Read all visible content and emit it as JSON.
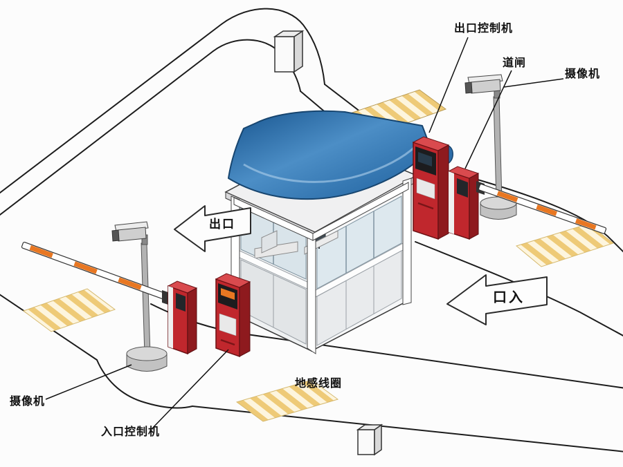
{
  "labels": {
    "exit_controller": "出口控制机",
    "barrier_gate": "道闸",
    "camera_right": "摄像机",
    "camera_left": "摄像机",
    "entrance_controller": "入口控制机",
    "ground_loop": "地感线圈",
    "exit_arrow": "出口",
    "entrance_arrow": "口入"
  },
  "colors": {
    "canopy_blue_dark": "#18558f",
    "canopy_blue_light": "#4c8ec6",
    "machine_red": "#c0272d",
    "machine_red_dark": "#8e1a1e",
    "arm_orange": "#e87722",
    "hatch_yellow": "#eeca77",
    "hatch_cream": "#fdf5de",
    "road_line": "#1c1c1c"
  }
}
